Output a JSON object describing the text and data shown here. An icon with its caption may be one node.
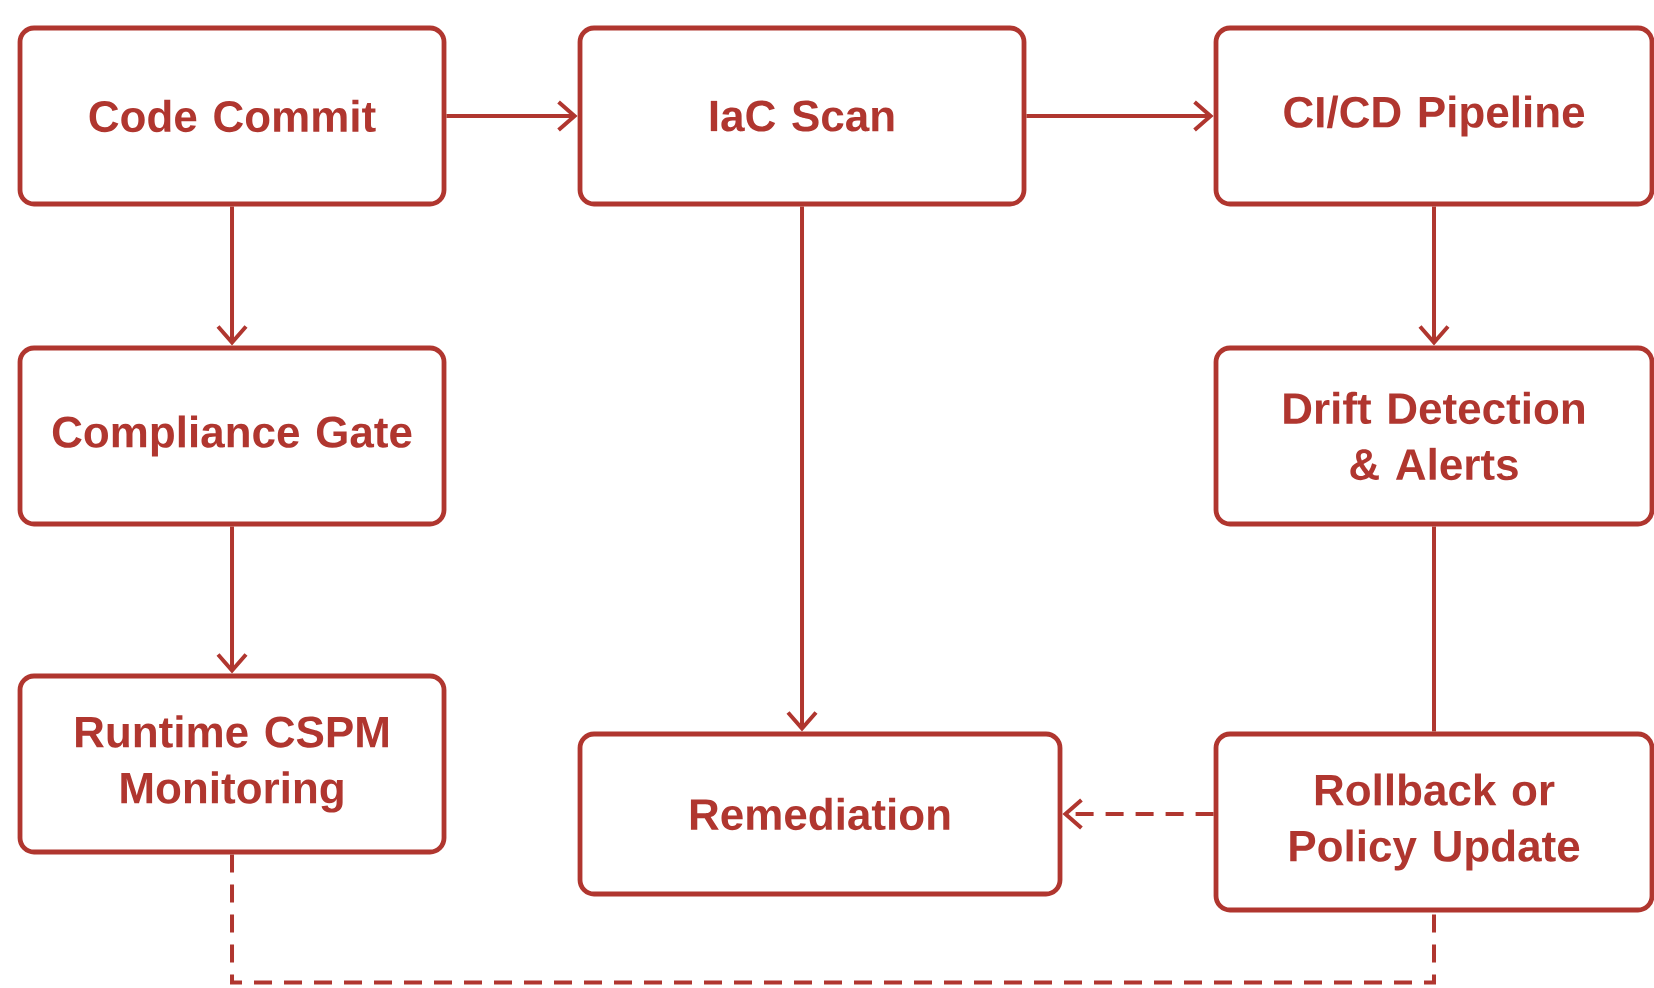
{
  "diagram": {
    "nodes": [
      {
        "text": [
          "Code Commit"
        ]
      },
      {
        "text": [
          "IaC Scan"
        ]
      },
      {
        "text": [
          "CI/CD Pipeline"
        ]
      },
      {
        "text": [
          "Compliance Gate"
        ]
      },
      {
        "text": [
          "Drift Detection & Alerts"
        ]
      },
      {
        "text": [
          "Runtime CSPM Monitoring"
        ]
      },
      {
        "text": [
          "Remediation"
        ]
      },
      {
        "text": [
          "Rollback or Policy Update"
        ]
      }
    ],
    "edges": [
      {
        "from": 0,
        "to": 1,
        "arrow": "to"
      },
      {
        "from": 1,
        "to": 2,
        "arrow": "to"
      },
      {
        "from": 0,
        "to": 3,
        "arrow": "to"
      },
      {
        "from": 2,
        "to": 4,
        "arrow": "to"
      },
      {
        "from": 3,
        "to": 5,
        "arrow": "to"
      },
      {
        "from": 1,
        "to": 6,
        "arrow": "to"
      },
      {
        "from": 4,
        "to": 7,
        "arrow": "none"
      },
      {
        "from": 7,
        "to": 6,
        "arrow": "to",
        "style": "dashed"
      },
      {
        "from": 5,
        "to": 7,
        "arrow": "none",
        "style": "dashed"
      }
    ]
  }
}
